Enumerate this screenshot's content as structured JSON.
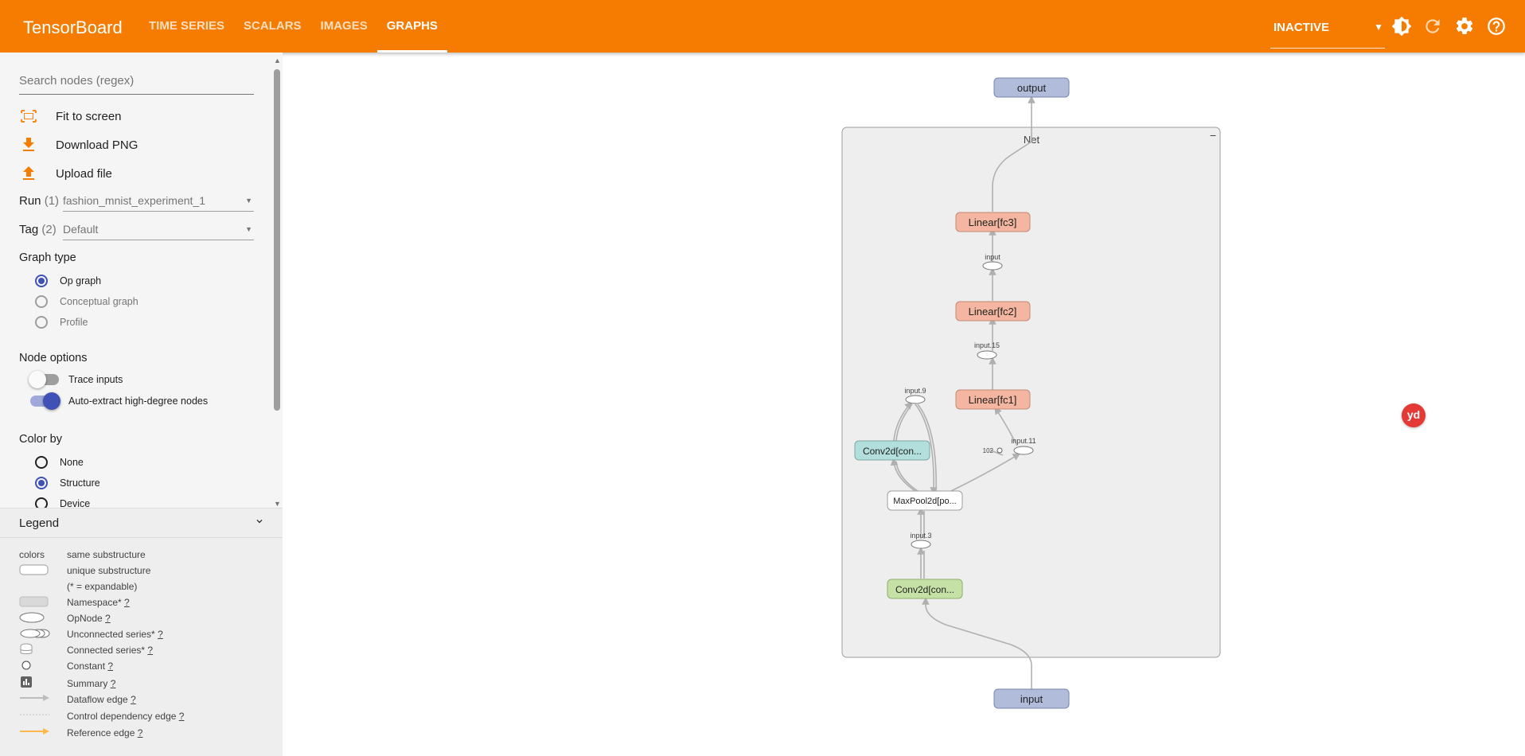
{
  "app": {
    "title": "TensorBoard"
  },
  "tabs": [
    {
      "label": "TIME SERIES",
      "active": false
    },
    {
      "label": "SCALARS",
      "active": false
    },
    {
      "label": "IMAGES",
      "active": false
    },
    {
      "label": "GRAPHS",
      "active": true
    }
  ],
  "header": {
    "reload_select": "INACTIVE",
    "icons": [
      "brightness-icon",
      "refresh-icon",
      "settings-icon",
      "help-icon"
    ]
  },
  "sidebar": {
    "search_placeholder": "Search nodes (regex)",
    "actions": {
      "fit": "Fit to screen",
      "download": "Download PNG",
      "upload": "Upload file"
    },
    "run": {
      "label": "Run",
      "count": "(1)",
      "value": "fashion_mnist_experiment_1"
    },
    "tag": {
      "label": "Tag",
      "count": "(2)",
      "value": "Default"
    },
    "graph_type": {
      "title": "Graph type",
      "options": [
        {
          "label": "Op graph",
          "selected": true
        },
        {
          "label": "Conceptual graph",
          "selected": false
        },
        {
          "label": "Profile",
          "selected": false
        }
      ]
    },
    "node_options": {
      "title": "Node options",
      "trace_inputs": {
        "label": "Trace inputs",
        "on": false
      },
      "auto_extract": {
        "label": "Auto-extract high-degree nodes",
        "on": true
      }
    },
    "color_by": {
      "title": "Color by",
      "options": [
        {
          "label": "None",
          "selected": false
        },
        {
          "label": "Structure",
          "selected": true
        },
        {
          "label": "Device",
          "selected": false
        }
      ]
    }
  },
  "legend": {
    "title": "Legend",
    "colors_label": "colors",
    "items": {
      "same": "same substructure",
      "unique": "unique substructure",
      "expandable": "(* = expandable)",
      "namespace": "Namespace*",
      "opnode": "OpNode",
      "unconnected": "Unconnected series*",
      "connected": "Connected series*",
      "constant": "Constant",
      "summary": "Summary",
      "dataflow": "Dataflow edge",
      "control": "Control dependency edge",
      "reference": "Reference edge"
    },
    "help_mark": "?"
  },
  "graph": {
    "output": "output",
    "input": "input",
    "namespace": "Net",
    "collapse_glyph": "−",
    "fc3": "Linear[fc3]",
    "fc2": "Linear[fc2]",
    "fc1": "Linear[fc1]",
    "conv_a": "Conv2d[con...",
    "conv_b": "Conv2d[con...",
    "pool": "MaxPool2d[po...",
    "ops": {
      "input": "input",
      "input15": "input.15",
      "input9": "input.9",
      "input11": "input.11",
      "input3": "input.3"
    },
    "const_label": "102"
  },
  "colors": {
    "accent": "#f57c00",
    "selected": "#3f51b5",
    "linear": "#f4b6a0",
    "conv_a": "#b2dfdb",
    "conv_b": "#c5e1a5",
    "io": "#b0bcd9"
  },
  "badge": "yd"
}
